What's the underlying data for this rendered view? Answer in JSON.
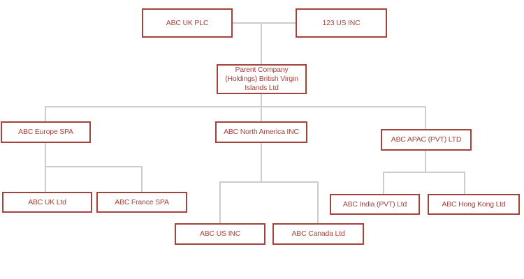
{
  "org_chart": {
    "colors": {
      "node_border": "#a6423c",
      "node_text": "#a6423c",
      "connector": "#cccccc",
      "background": "#ffffff"
    },
    "nodes": [
      {
        "label": "ABC UK PLC"
      },
      {
        "label": "123 US INC"
      },
      {
        "label": "Parent Company\n(Holdings) British Virgin\nIslands Ltd"
      },
      {
        "label": "ABC Europe SPA"
      },
      {
        "label": "ABC North America INC"
      },
      {
        "label": "ABC APAC (PVT) LTD"
      },
      {
        "label": "ABC UK Ltd"
      },
      {
        "label": "ABC France SPA"
      },
      {
        "label": "ABC US INC"
      },
      {
        "label": "ABC Canada Ltd"
      },
      {
        "label": "ABC India (PVT) Ltd"
      },
      {
        "label": "ABC Hong Kong Ltd"
      }
    ],
    "edges": [
      {
        "from": "ABC UK PLC",
        "to": "Parent Company (Holdings) British Virgin Islands Ltd"
      },
      {
        "from": "123 US INC",
        "to": "Parent Company (Holdings) British Virgin Islands Ltd"
      },
      {
        "from": "Parent Company (Holdings) British Virgin Islands Ltd",
        "to": "ABC Europe SPA"
      },
      {
        "from": "Parent Company (Holdings) British Virgin Islands Ltd",
        "to": "ABC North America INC"
      },
      {
        "from": "Parent Company (Holdings) British Virgin Islands Ltd",
        "to": "ABC APAC (PVT) LTD"
      },
      {
        "from": "ABC Europe SPA",
        "to": "ABC UK Ltd"
      },
      {
        "from": "ABC Europe SPA",
        "to": "ABC France SPA"
      },
      {
        "from": "ABC North America INC",
        "to": "ABC US INC"
      },
      {
        "from": "ABC North America INC",
        "to": "ABC Canada Ltd"
      },
      {
        "from": "ABC APAC (PVT) LTD",
        "to": "ABC India (PVT) Ltd"
      },
      {
        "from": "ABC APAC (PVT) LTD",
        "to": "ABC Hong Kong Ltd"
      }
    ]
  }
}
